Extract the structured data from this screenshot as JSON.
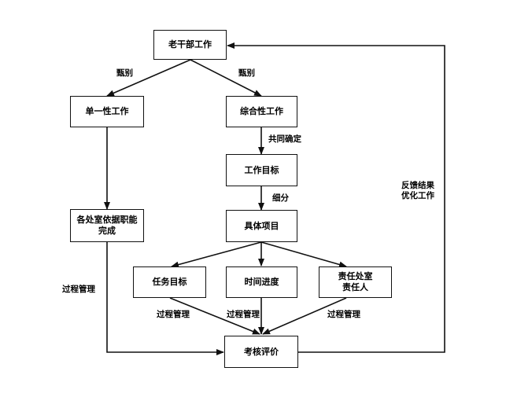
{
  "nodes": {
    "lao_ganbu": "老干部工作",
    "danyi": "单一性工作",
    "zonghe": "综合性工作",
    "mubiao": "工作目标",
    "gechu": "各处室依据职能\n完成",
    "juti": "具体项目",
    "renwu": "任务目标",
    "shijian": "时间进度",
    "zeren": "责任处室\n责任人",
    "kaohe": "考核评价"
  },
  "edge_labels": {
    "zhenbie_left": "甄别",
    "zhenbie_right": "甄别",
    "gongtong": "共同确定",
    "xifen": "细分",
    "fankui": "反馈结果\n优化工作",
    "guocheng_left": "过程管理",
    "guocheng_renwu": "过程管理",
    "guocheng_shijian": "过程管理",
    "guocheng_zeren": "过程管理"
  },
  "colors": {
    "line": "#111111",
    "text": "#000000",
    "background": "#ffffff"
  }
}
